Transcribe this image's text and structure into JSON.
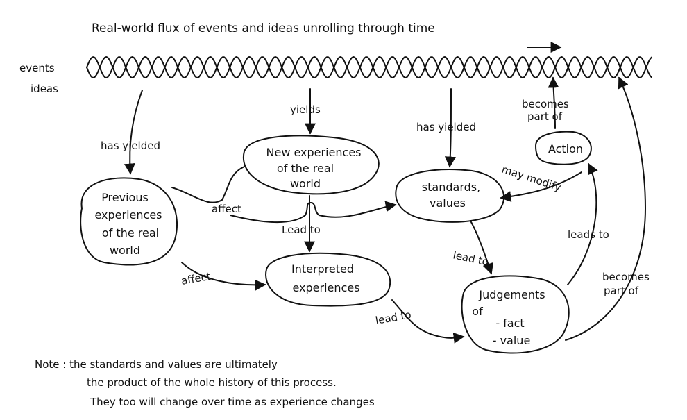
{
  "title": "Real-world flux of events and ideas unrolling through time",
  "strands": {
    "events": "events",
    "ideas": "ideas"
  },
  "nodes": {
    "previous": [
      "Previous",
      "experiences",
      "of the real",
      "world"
    ],
    "new_experiences": [
      "New experiences",
      "of the real",
      "world"
    ],
    "standards": [
      "standards,",
      "values"
    ],
    "action": "Action",
    "interpreted": [
      "Interpreted",
      "experiences"
    ],
    "judgements": [
      "Judgements",
      "of",
      "- fact",
      "- value"
    ]
  },
  "labels": {
    "has_yielded_1": "has yielded",
    "yields": "yields",
    "has_yielded_2": "has yielded",
    "becomes_part_of_1": [
      "becomes",
      "part of"
    ],
    "may_modify": "may modify",
    "affect_1": "affect",
    "affect_2": "affect",
    "lead_to_1": "Lead to",
    "lead_to_2": "lead to",
    "lead_to_3": "lead to",
    "leads_to": "leads to",
    "becomes_part_of_2": [
      "becomes",
      "part of"
    ]
  },
  "note": [
    "Note : the standards and values are ultimately",
    "the product of the whole history of this process.",
    "They too will change over time  as experience changes"
  ]
}
